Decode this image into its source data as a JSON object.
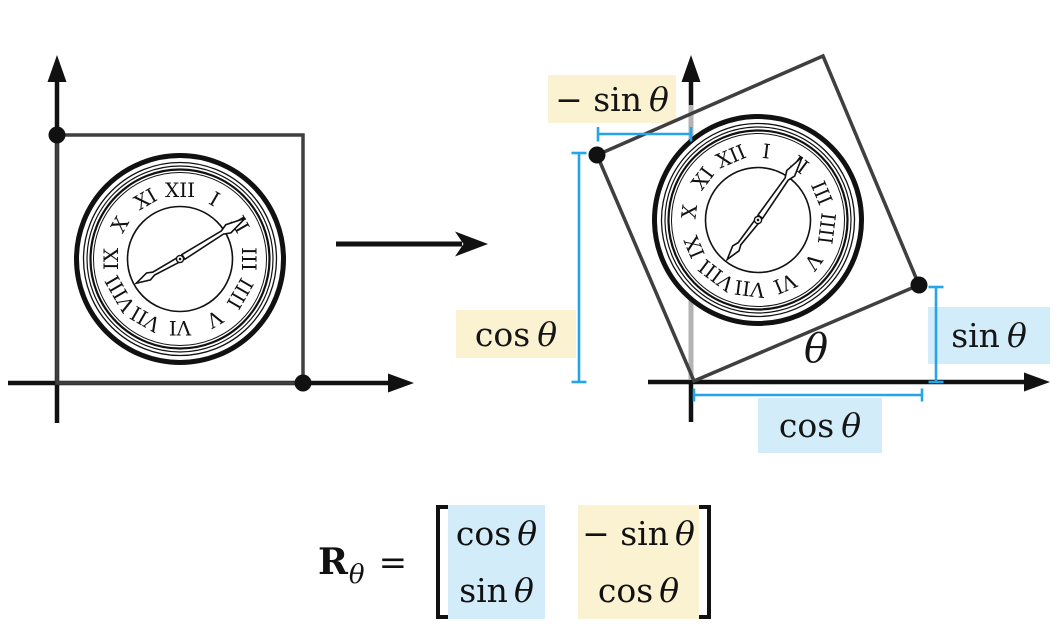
{
  "labels": {
    "minus_sin_theta": {
      "fn": "− sin",
      "var": "θ"
    },
    "cos_theta_left": {
      "fn": "cos",
      "var": "θ"
    },
    "sin_theta_right": {
      "fn": "sin",
      "var": "θ"
    },
    "cos_theta_bottom": {
      "fn": "cos",
      "var": "θ"
    },
    "angle": {
      "var": "θ"
    }
  },
  "matrix": {
    "lhs": {
      "symbol": "R",
      "subscript": "θ",
      "equals": "="
    },
    "entries": {
      "r1c1": {
        "fn": "cos",
        "var": "θ"
      },
      "r2c1": {
        "fn": "sin",
        "var": "θ"
      },
      "r1c2": {
        "fn": "− sin",
        "var": "θ"
      },
      "r2c2": {
        "fn": "cos",
        "var": "θ"
      }
    }
  },
  "clock": {
    "numerals": [
      "XII",
      "I",
      "II",
      "III",
      "IIII",
      "V",
      "VI",
      "VII",
      "VIII",
      "IX",
      "X",
      "XI"
    ]
  },
  "colors": {
    "highlight_yellow": "#fbf2d2",
    "highlight_blue": "#d3ecf9",
    "measure_line": "#25a5e8",
    "square_stroke": "#3f3f3f",
    "axis_gray": "#b3b3b3",
    "ink": "#111111"
  }
}
